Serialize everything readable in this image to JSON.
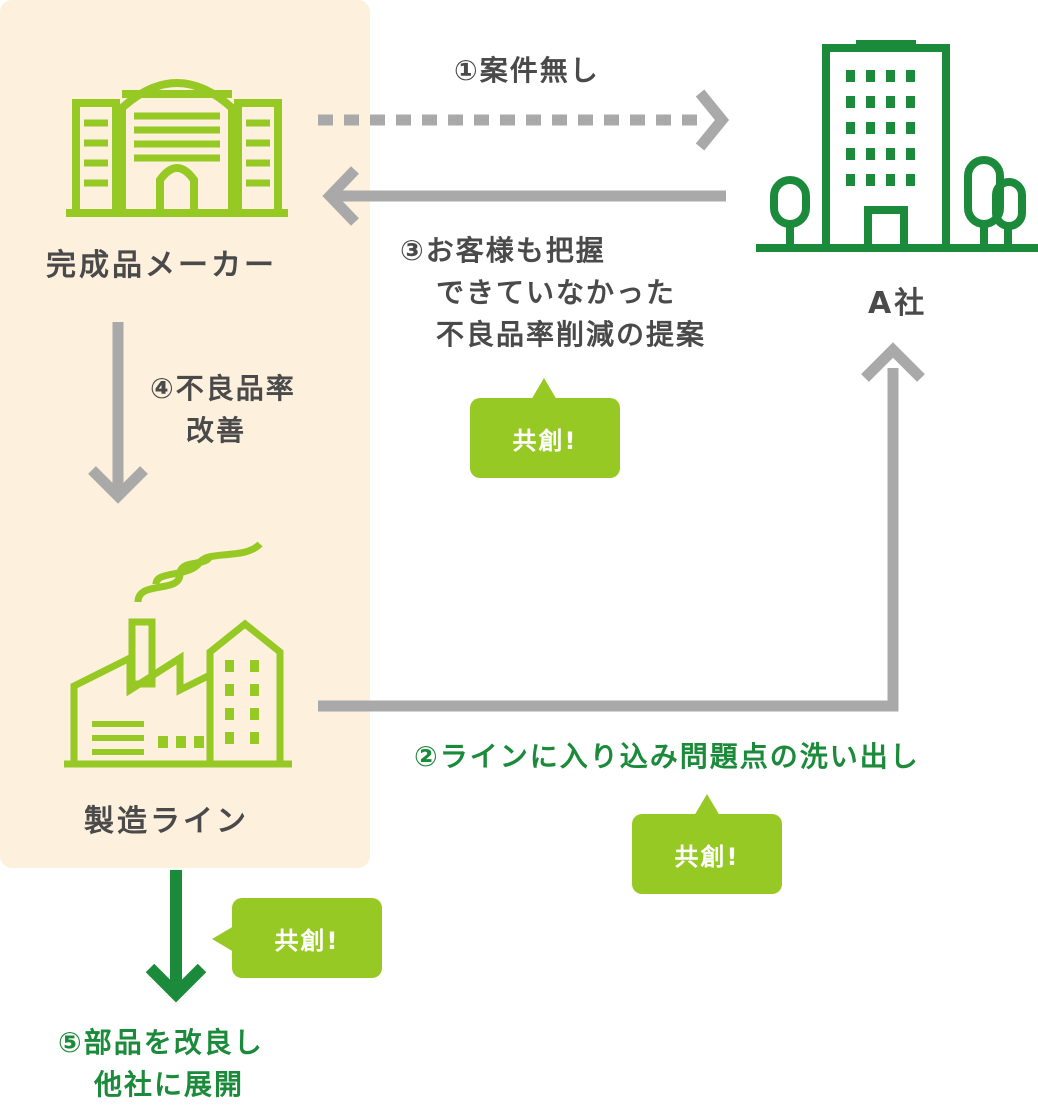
{
  "nodes": {
    "maker": "完成品メーカー",
    "line": "製造ライン",
    "company_a": "A社"
  },
  "steps": {
    "s1": "①案件無し",
    "s2": "②ラインに入り込み問題点の洗い出し",
    "s3": [
      "③お客様も把握",
      "できていなかった",
      "不良品率削減の提案"
    ],
    "s4": [
      "④不良品率",
      "改善"
    ],
    "s5": [
      "⑤部品を改良し",
      "他社に展開"
    ]
  },
  "bubbles": {
    "b1": "共創!",
    "b2": "共創!",
    "b3": "共創!"
  },
  "colors": {
    "panel": "#fdf0dd",
    "light_green": "#97c925",
    "dark_green": "#1b8a3a",
    "gray_arrow": "#a9a9a9",
    "text": "#4a4a4a"
  },
  "icons": {
    "maker": "office-building-icon",
    "line": "factory-icon",
    "company_a": "tower-with-trees-icon"
  }
}
